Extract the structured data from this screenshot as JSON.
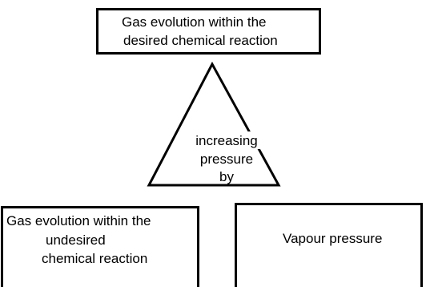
{
  "top_box": {
    "line1": "Gas evolution within the",
    "line2": "desired chemical reaction"
  },
  "triangle": {
    "line1": "increasing",
    "line2": "pressure",
    "line3": "by"
  },
  "bottom_left_box": {
    "line1": "Gas evolution within the",
    "line2": "undesired",
    "line3": "chemical reaction"
  },
  "bottom_right_box": {
    "line1": "Vapour pressure"
  }
}
